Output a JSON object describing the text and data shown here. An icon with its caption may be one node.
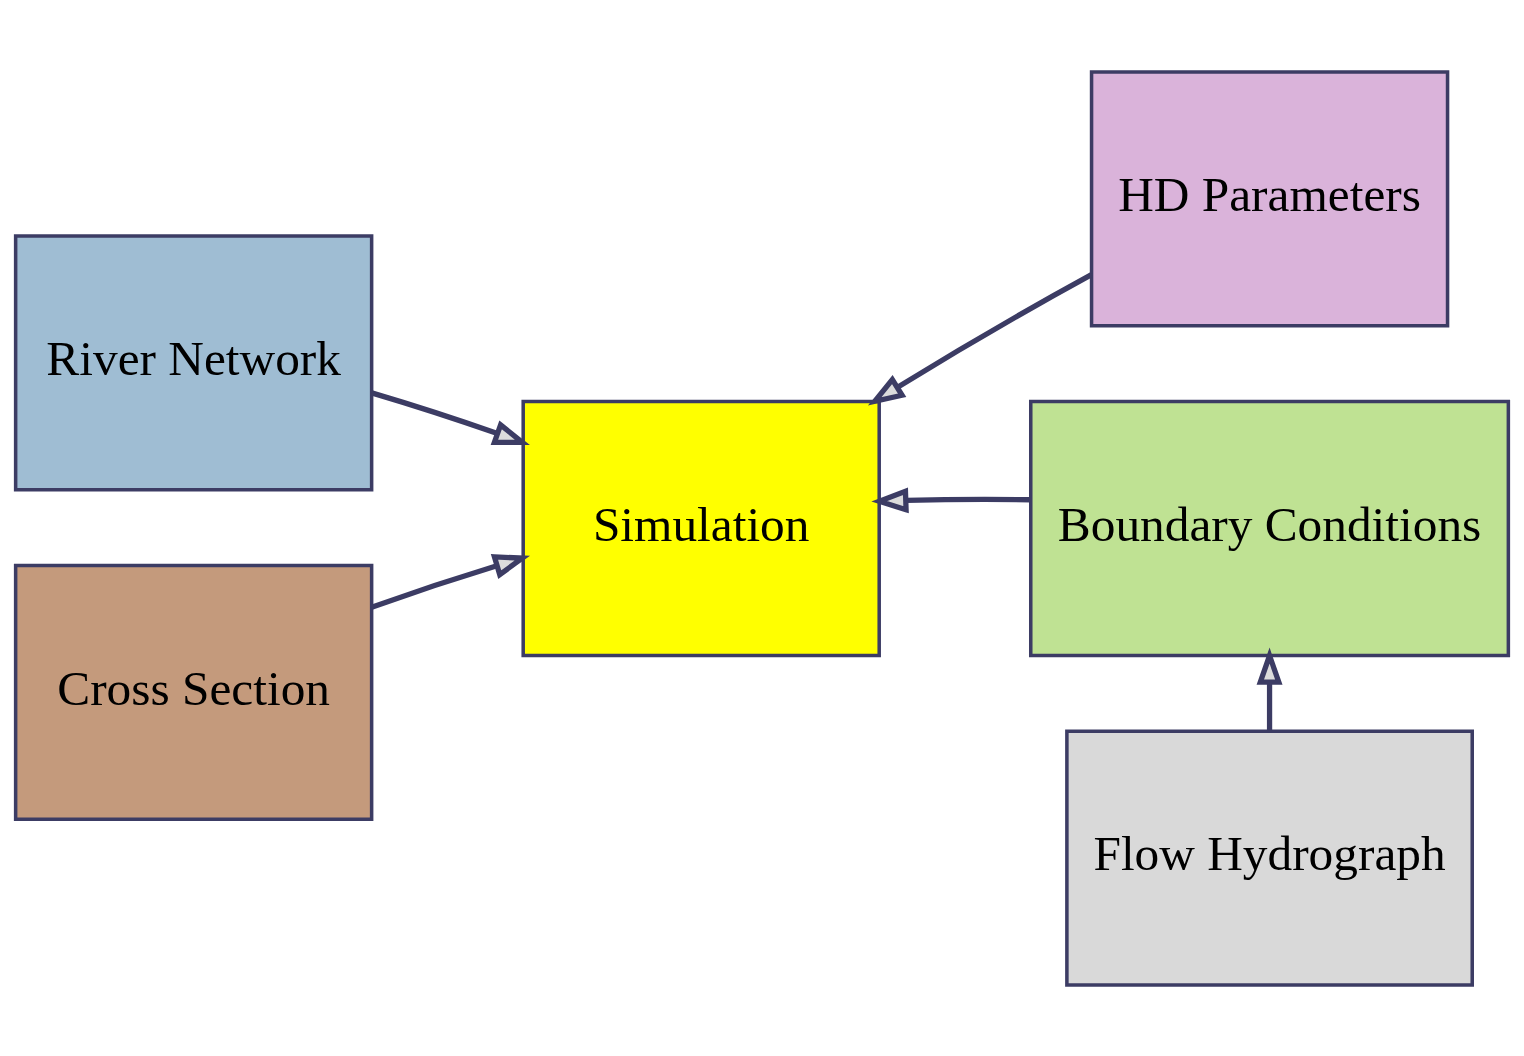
{
  "diagram": {
    "nodes": [
      {
        "text": [
          "River Network"
        ]
      },
      {
        "text": [
          "HD Parameters"
        ]
      },
      {
        "text": [
          "Simulation"
        ]
      },
      {
        "text": [
          "Cross Section"
        ]
      },
      {
        "text": [
          "Boundary Conditions"
        ]
      },
      {
        "text": [
          "Flow Hydrograph"
        ]
      }
    ],
    "edges": [
      {
        "from": 0,
        "to": 2,
        "arrow": "to"
      },
      {
        "from": 1,
        "to": 2,
        "arrow": "to"
      },
      {
        "from": 3,
        "to": 2,
        "arrow": "to"
      },
      {
        "from": 4,
        "to": 2,
        "arrow": "to"
      },
      {
        "from": 5,
        "to": 4,
        "arrow": "to"
      }
    ]
  }
}
